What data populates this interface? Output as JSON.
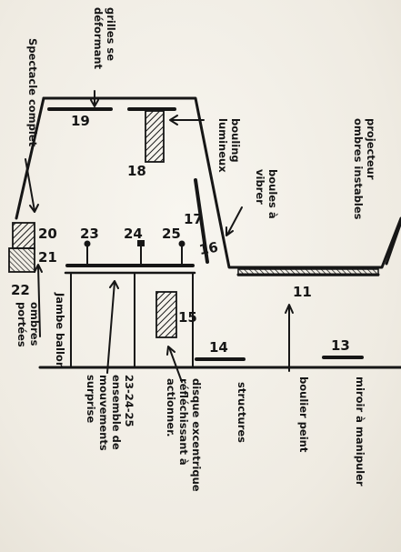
{
  "diagram": {
    "numbers": {
      "n11": "11",
      "n13": "13",
      "n14": "14",
      "n15": "15",
      "n16": "16",
      "n17": "17",
      "n18": "18",
      "n19": "19",
      "n20": "20",
      "n21": "21",
      "n22": "22",
      "n23": "23",
      "n24": "24",
      "n25": "25"
    },
    "labels": {
      "grilles_l1": "grilles se",
      "grilles_l2": "déformant",
      "spectacle": "Spectacle complet",
      "bouling_l1": "bouling",
      "bouling_l2": "lumineux",
      "projecteur_l1": "projecteur",
      "projecteur_l2": "ombres instables",
      "boules_l1": "boules à",
      "boules_l2": "vibrer",
      "jambe_ballon": "Jambe ballon",
      "ombres_l1": "ombres",
      "ombres_l2": "portées",
      "ens_l1": "23-24-25",
      "ens_l2": "ensemble de",
      "ens_l3": "mouvements",
      "ens_l4": "surprise",
      "disque_l1": "disque excentrique",
      "disque_l2": "réfléchissant à",
      "disque_l3": "actionner.",
      "structures": "structures",
      "boulier": "boulier peint",
      "miroir": "miroir à manipuler"
    }
  }
}
